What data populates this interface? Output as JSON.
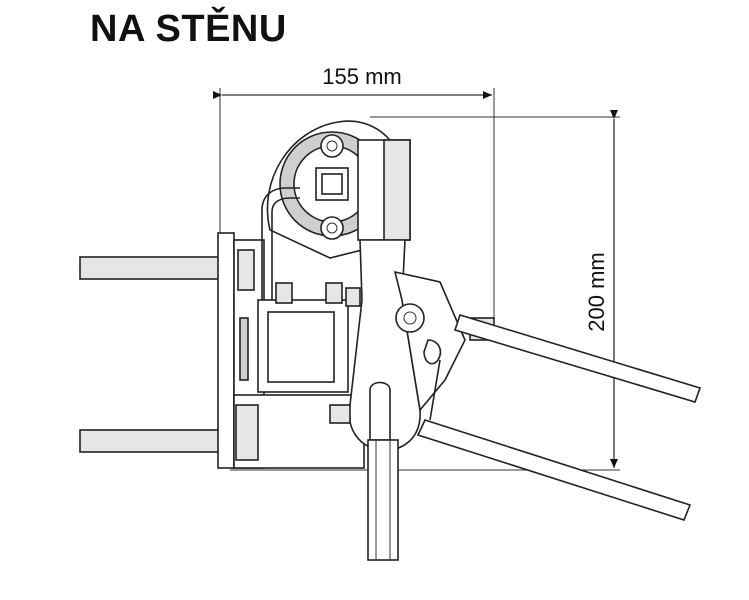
{
  "title": "NA STĚNU",
  "dimensions": {
    "width_label": "155 mm",
    "height_label": "200 mm"
  }
}
